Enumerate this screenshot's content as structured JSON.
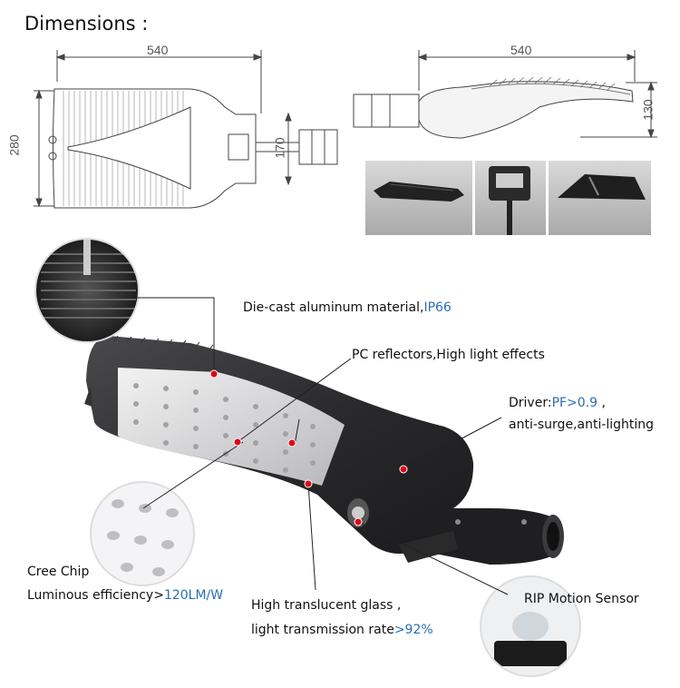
{
  "title": "Dimensions :",
  "dimensions": {
    "top_width": "540",
    "top_height": "280",
    "top_neck": "170",
    "side_width": "540",
    "side_height": "130"
  },
  "callouts": {
    "material": {
      "text": "Die-cast aluminum material,",
      "highlight": "IP66"
    },
    "reflectors": {
      "text": "PC reflectors,High light effects"
    },
    "driver": {
      "text": "Driver:",
      "highlight": "PF>0.9",
      "suffix": " ,",
      "line2": "anti-surge,anti-lighting"
    },
    "chip": {
      "line1": "Cree Chip",
      "line2": "Luminous efficiency>",
      "highlight": "120LM/W"
    },
    "glass": {
      "line1": "High translucent glass ,",
      "line2": "light transmission rate",
      "highlight": ">92%"
    },
    "sensor": {
      "text": "RIP Motion Sensor"
    }
  },
  "colors": {
    "accent": "#2a6db3",
    "marker": "#e0001a",
    "body": "#2b2b2d"
  }
}
